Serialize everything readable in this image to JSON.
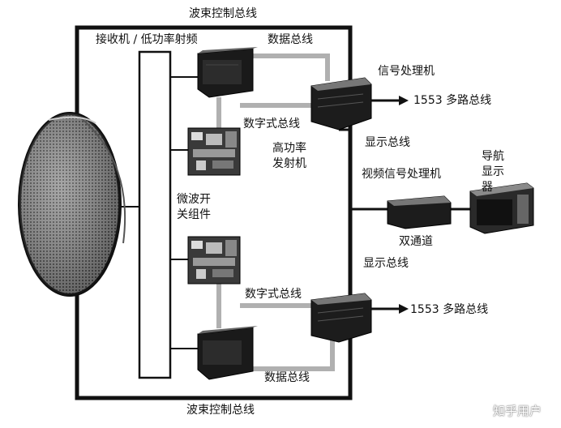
{
  "labels": {
    "beam_control_bus_top": "波束控制总线",
    "receiver_lowpower_rf": "接收机 / 低功率射频",
    "data_bus_top": "数据总线",
    "signal_processor": "信号处理机",
    "bus_1553_top": "1553 多路总线",
    "digital_bus_top": "数字式总线",
    "high_power_transmitter": "高功率发射机",
    "display_bus_top": "显示总线",
    "video_signal_processor": "视频信号处理机",
    "nav_display": "导航显示器",
    "microwave_switch": "微波开关组件",
    "dual_channel": "双通道",
    "display_bus_bottom": "显示总线",
    "digital_bus_bottom": "数字式总线",
    "bus_1553_bottom": "1553 多路总线",
    "data_bus_bottom": "数据总线",
    "beam_control_bus_bottom": "波束控制总线"
  },
  "watermark": "知乎用户",
  "colors": {
    "line": "#111111",
    "grey_bus": "#b0b0b0",
    "background": "#ffffff"
  }
}
